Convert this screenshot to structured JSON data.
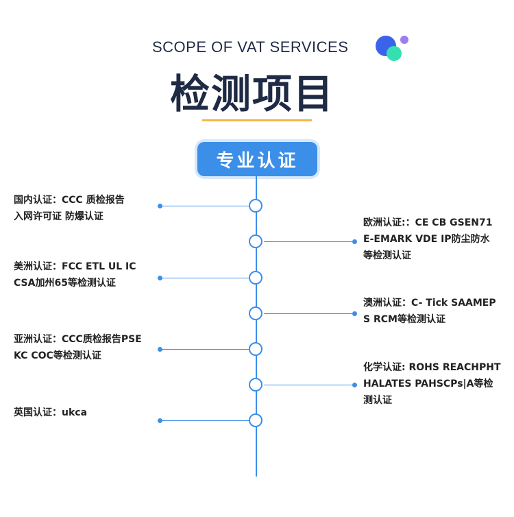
{
  "header": {
    "subtitle_en": "SCOPE OF VAT SERVICES",
    "title_cn": "检测项目"
  },
  "badge": {
    "label": "专业认证"
  },
  "colors": {
    "accent_blue": "#3b8fe8",
    "title_navy": "#1f2a44",
    "underline_gold": "#f2b74a"
  },
  "timeline": {
    "items": [
      {
        "side": "left",
        "text": "国内认证：CCC 质检报告\n入网许可证 防爆认证"
      },
      {
        "side": "right",
        "text": "欧洲认证:：CE CB GSEN71\nE-EMARK VDE IP防尘防水\n等检测认证"
      },
      {
        "side": "left",
        "text": "美洲认证：FCC ETL UL IC\nCSA加州65等检测认证"
      },
      {
        "side": "right",
        "text": "澳洲认证：C- Tick SAAMEP\nS RCM等检测认证"
      },
      {
        "side": "left",
        "text": "亚洲认证：CCC质检报告PSE\nKC COC等检测认证"
      },
      {
        "side": "right",
        "text": "化学认证: ROHS REACHPHT\nHALATES PAHSCPs|A等检\n测认证"
      },
      {
        "side": "left",
        "text": "英国认证：ukca"
      }
    ]
  }
}
